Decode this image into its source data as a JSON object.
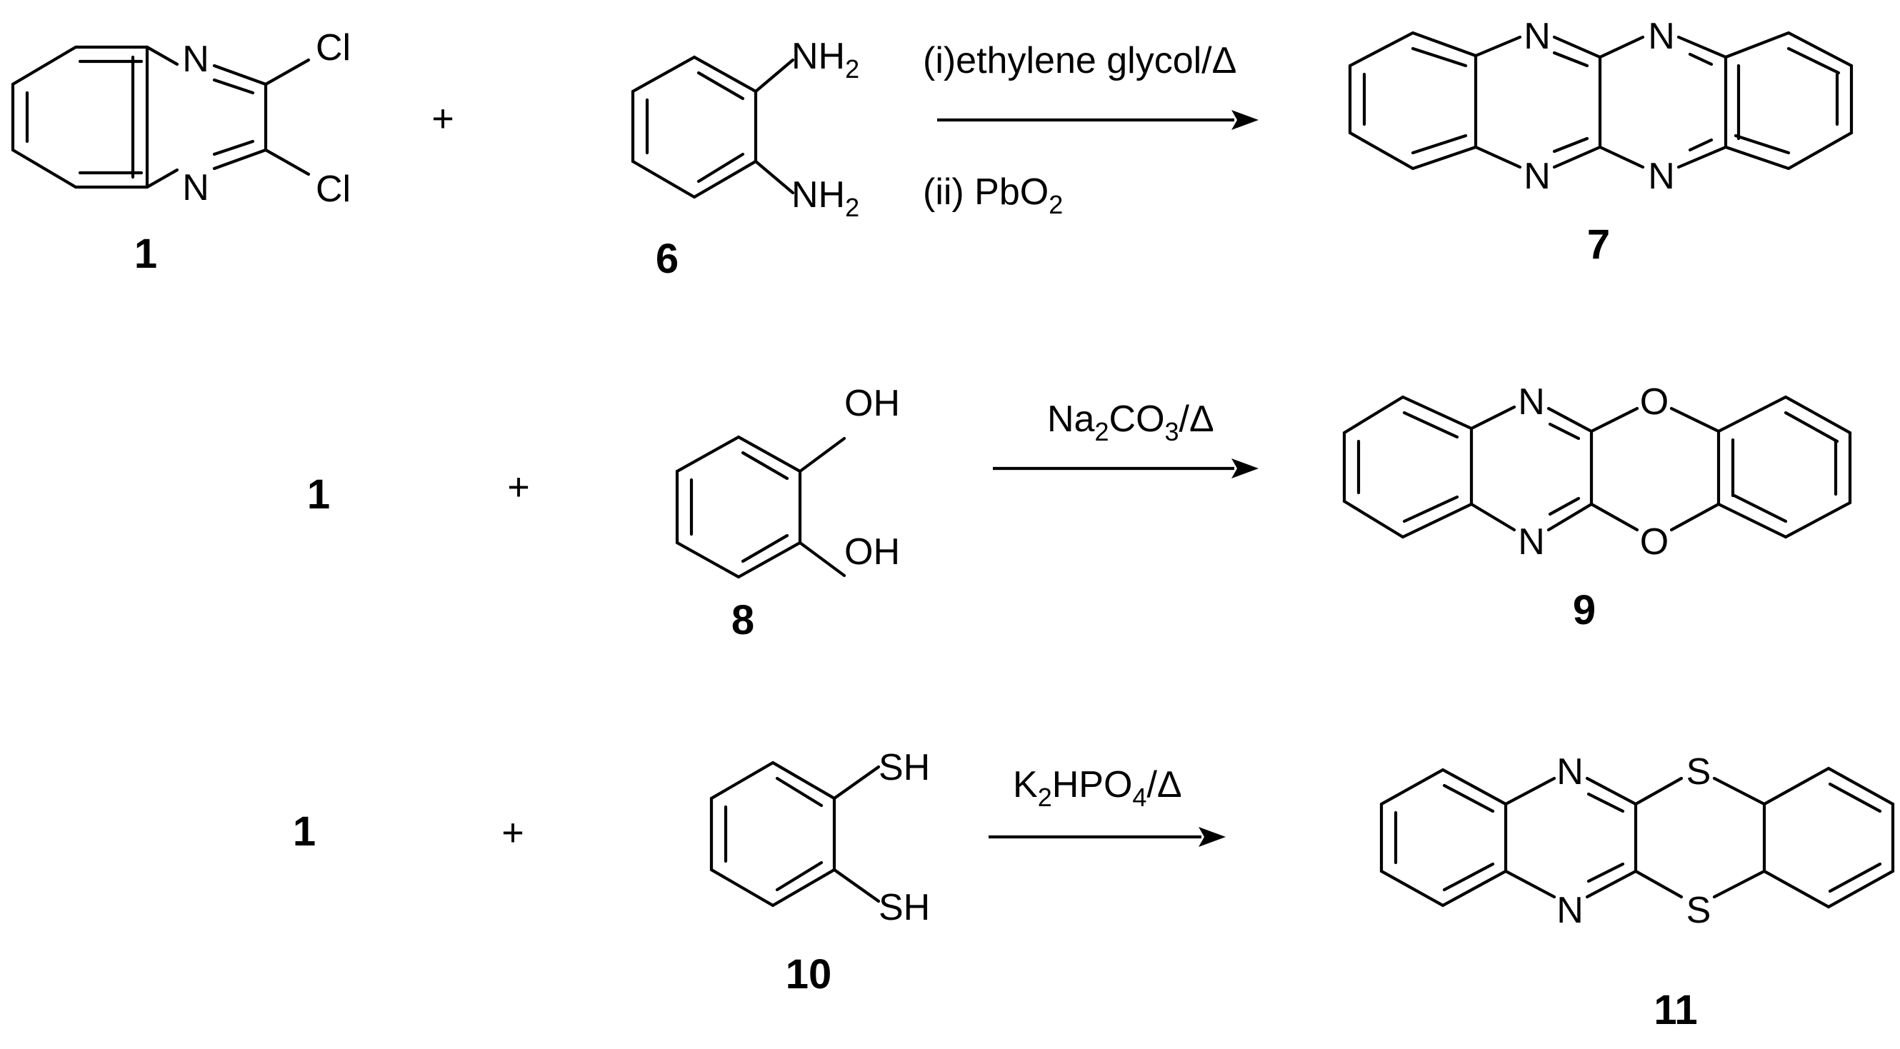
{
  "rows": [
    {
      "reactant_a": {
        "label": "1",
        "atoms": {
          "n_top": "N",
          "n_bottom": "N",
          "cl_top": "Cl",
          "cl_bottom": "Cl"
        }
      },
      "plus": "+",
      "reactant_b": {
        "label": "6",
        "atoms": {
          "g_top": "NH",
          "g_top_sub": "2",
          "g_bottom": "NH",
          "g_bottom_sub": "2"
        }
      },
      "conditions": {
        "line1": "(i)ethylene glycol/Δ",
        "line2_pre": "(ii) PbO",
        "line2_sub": "2"
      },
      "product": {
        "label": "7",
        "atoms": {
          "n1": "N",
          "n2": "N",
          "n3": "N",
          "n4": "N"
        }
      }
    },
    {
      "reactant_a": {
        "label": "1"
      },
      "plus": "+",
      "reactant_b": {
        "label": "8",
        "atoms": {
          "g_top": "OH",
          "g_bottom": "OH"
        }
      },
      "conditions": {
        "a": "Na",
        "a_sub": "2",
        "b": "CO",
        "b_sub": "3",
        "c": "/Δ"
      },
      "product": {
        "label": "9",
        "atoms": {
          "n1": "N",
          "n2": "N",
          "x1": "O",
          "x2": "O"
        }
      }
    },
    {
      "reactant_a": {
        "label": "1"
      },
      "plus": "+",
      "reactant_b": {
        "label": "10",
        "atoms": {
          "g_top": "SH",
          "g_bottom": "SH"
        }
      },
      "conditions": {
        "a": "K",
        "a_sub": "2",
        "b": "HPO",
        "b_sub": "4",
        "c": "/Δ"
      },
      "product": {
        "label": "11",
        "atoms": {
          "n1": "N",
          "n2": "N",
          "x1": "S",
          "x2": "S"
        }
      }
    }
  ]
}
